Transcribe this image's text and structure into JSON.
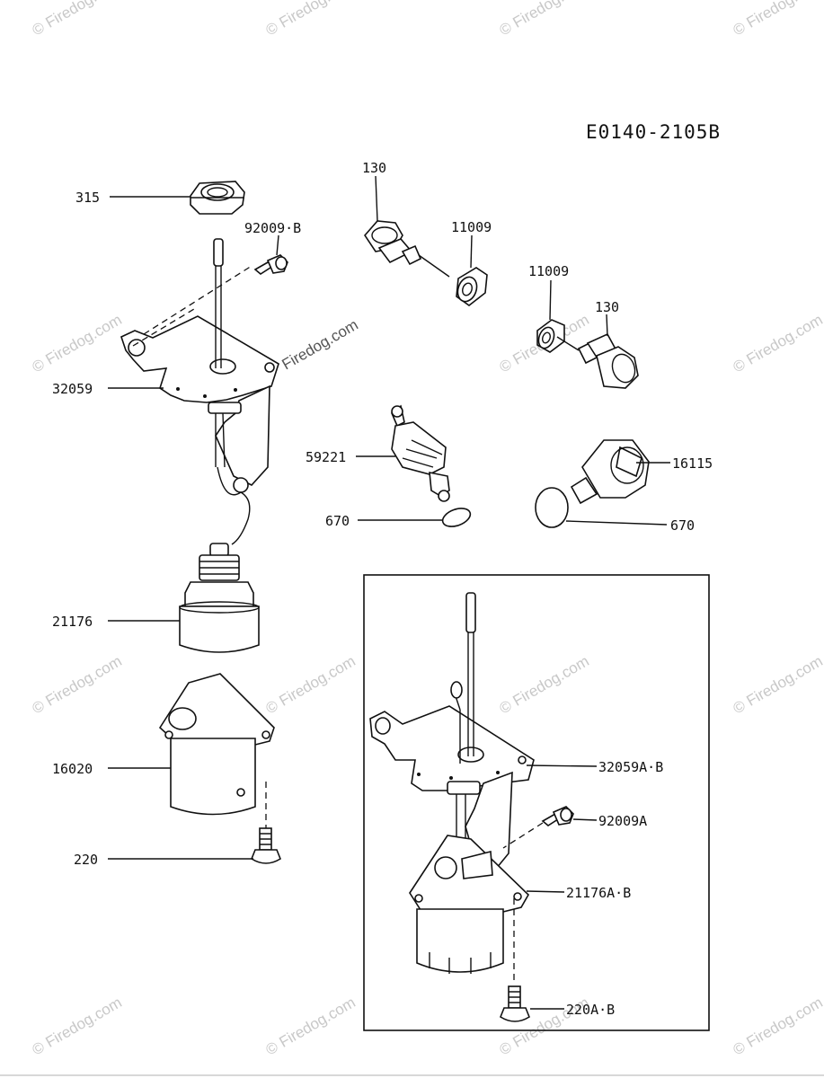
{
  "diagram_code": "E0140-2105B",
  "watermark": "© Firedog.com",
  "center_watermark": "Firedog.com",
  "parts": [
    {
      "number": "315"
    },
    {
      "number": "92009·B"
    },
    {
      "number": "32059"
    },
    {
      "number": "21176"
    },
    {
      "number": "16020"
    },
    {
      "number": "220"
    },
    {
      "number": "130"
    },
    {
      "number": "11009"
    },
    {
      "number": "59221"
    },
    {
      "number": "670"
    },
    {
      "number": "16115"
    },
    {
      "number": "32059A·B"
    },
    {
      "number": "92009A"
    },
    {
      "number": "21176A·B"
    },
    {
      "number": "220A·B"
    }
  ],
  "duplicate_labels": {
    "part_130_second": "130",
    "part_11009_second": "11009",
    "part_670_second": "670"
  }
}
